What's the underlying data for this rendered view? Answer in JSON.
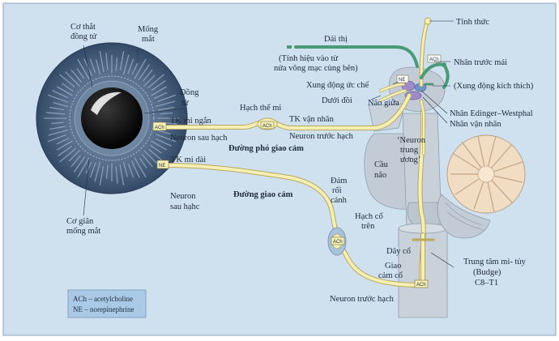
{
  "colors": {
    "background": "#cfe0ef",
    "nerve": "#f6efb4",
    "nerve_edge": "#b8a860",
    "optic": "#4a9a78",
    "iris": "#3d5674",
    "brain": "#bfc9d3",
    "cerebellum": "#f1dcc4",
    "legend_box": "#a9c9e6"
  },
  "labels": {
    "co_that_dong_tu": [
      "Cơ thắt",
      "đồng tử"
    ],
    "mong_mat": [
      "Mống",
      "mắt"
    ],
    "dong_tu": [
      "Đồng",
      "tử"
    ],
    "co_gian_mong_mat": [
      "Cơ giãn",
      "mống mắt"
    ],
    "tk_mi_ngan": "TK mi ngắn",
    "neuron_sau_hach": "Neuron sau hạch",
    "hach_the_mi": "Hạch thể mi",
    "tk_van_nhan": "TK vận nhãn",
    "neuron_truoc_hach_1": "Neuron trước hạch",
    "duong_pho_giao_cam": "Đường phó giao cảm",
    "tk_mi_dai": "TK mi dài",
    "neuron_sau_hach_2": [
      "Neuron",
      "sau hạhc"
    ],
    "duong_giao_cam": "Đường giao cảm",
    "dam_roi_canh": [
      "Đám",
      "rối",
      "cảnh"
    ],
    "hach_co_tren": [
      "Hạch cổ",
      "trên"
    ],
    "day_co": "Dây cổ",
    "giao_cam_co": [
      "Giao",
      "cảm cổ"
    ],
    "neuron_truoc_hach_2": "Neuron trước hạch",
    "cau_nao": [
      "Cầu",
      "não"
    ],
    "neuron_trung_uong": [
      "‘Neuron",
      "trung",
      "ương’"
    ],
    "dai_thi": "Dải thị",
    "tin_hieu": [
      "(Tính hiệu vào từ",
      "nửa võng mạc cùng bên)"
    ],
    "xung_dong_uc_che": "Xung động ức chế",
    "duoi_doi": "Dưới đồi",
    "nao_giua": "Não giữa",
    "tinh_thuc": "Tỉnh thức",
    "nhan_truoc_mai": "Nhân trước mái",
    "xung_dong_kich_thich": "(Xung động kích thích)",
    "nhan_edinger": "Nhân Edinger–Westphal",
    "nhan_van_nhan": "Nhân vận nhãn",
    "trung_tam_mi_tuy": [
      "Trung tâm mi- tủy",
      "(Budge)",
      "C8–T1"
    ]
  },
  "tags": {
    "ach": "ACh",
    "ne": "NE"
  },
  "legend": {
    "line1": "ACh   – acetylcholine",
    "line2": "NE   – norepinephrine"
  }
}
